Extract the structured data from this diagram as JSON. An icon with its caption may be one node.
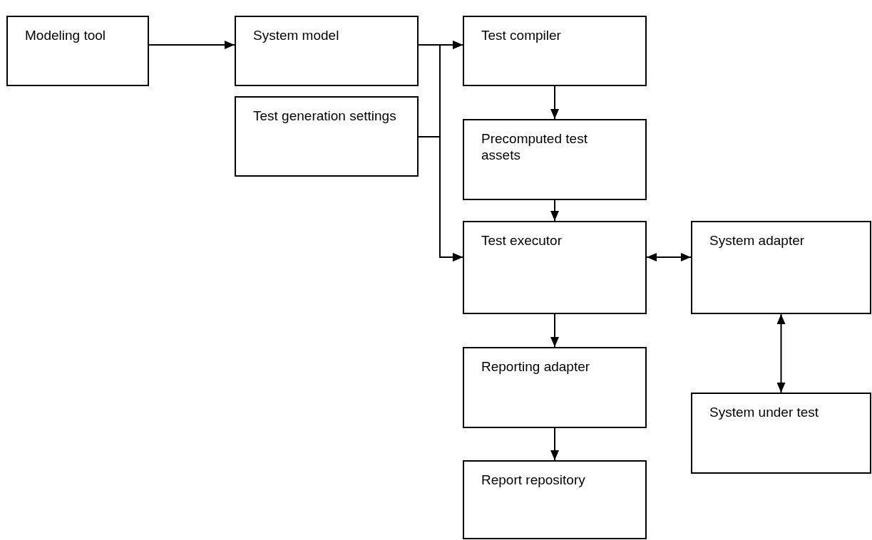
{
  "diagram": {
    "nodes": [
      {
        "text": [
          "Modeling tool"
        ]
      },
      {
        "text": [
          "System model"
        ]
      },
      {
        "text": [
          "Test compiler"
        ]
      },
      {
        "text": [
          "Test generation settings"
        ]
      },
      {
        "text": [
          "Precomputed test assets"
        ]
      },
      {
        "text": [
          "Test executor"
        ]
      },
      {
        "text": [
          "System adapter"
        ]
      },
      {
        "text": [
          "Reporting adapter"
        ]
      },
      {
        "text": [
          "System under test"
        ]
      },
      {
        "text": [
          "Report repository"
        ]
      }
    ],
    "edges": [
      {
        "from": 0,
        "to": 1,
        "arrow": "to"
      },
      {
        "from": 1,
        "to": 2,
        "arrow": "to"
      },
      {
        "from": 1,
        "to": 5,
        "arrow": "to"
      },
      {
        "from": 3,
        "to": 2,
        "arrow": "to"
      },
      {
        "from": 3,
        "to": 5,
        "arrow": "to"
      },
      {
        "from": 2,
        "to": 4,
        "arrow": "to"
      },
      {
        "from": 4,
        "to": 5,
        "arrow": "to"
      },
      {
        "from": 5,
        "to": 6,
        "arrow": "both"
      },
      {
        "from": 6,
        "to": 8,
        "arrow": "both"
      },
      {
        "from": 5,
        "to": 7,
        "arrow": "to"
      },
      {
        "from": 7,
        "to": 9,
        "arrow": "to"
      }
    ]
  }
}
